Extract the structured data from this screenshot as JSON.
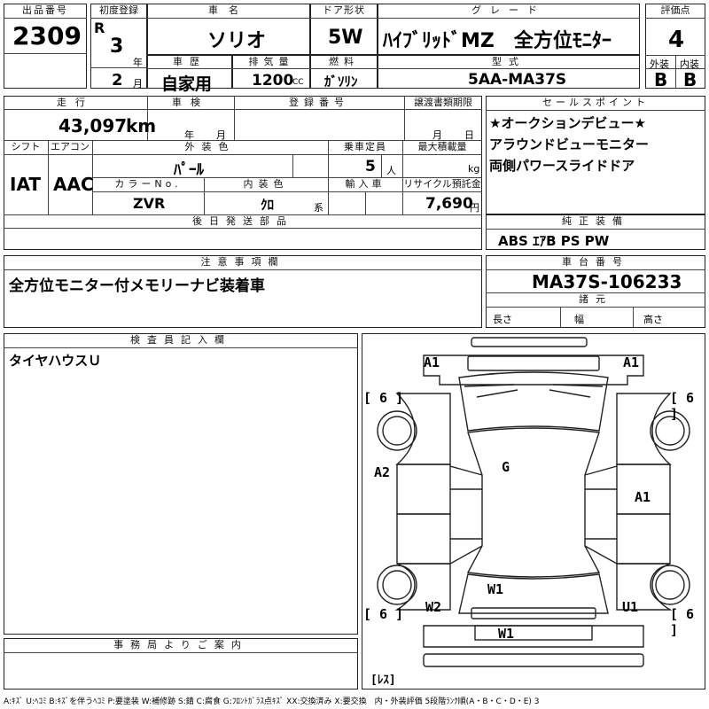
{
  "header": {
    "lot_no_label": "出品番号",
    "lot_no": "2309",
    "first_reg_label": "初度登録",
    "era": "R",
    "year": "3",
    "year_unit": "年",
    "month": "2",
    "month_unit": "月",
    "car_name_label": "車名",
    "car_name": "ソリオ",
    "door_label": "ドア形状",
    "door": "5W",
    "grade_label": "グレード",
    "grade": "ﾊｲﾌﾞﾘｯﾄﾞMZ　全方位ﾓﾆﾀｰ",
    "score_label": "評価点",
    "score": "4",
    "history_label": "車歴",
    "history": "自家用",
    "displacement_label": "排気量",
    "displacement": "1200",
    "displacement_unit": "CC",
    "fuel_label": "燃料",
    "fuel": "ｶﾞｿﾘﾝ",
    "model_label": "型式",
    "model": "5AA-MA37S",
    "exterior_label": "外装",
    "exterior": "B",
    "interior_label": "内装",
    "interior": "B"
  },
  "row2": {
    "mileage_label": "走行",
    "mileage": "43,097",
    "mileage_unit": "km",
    "inspection_label": "車検",
    "insp_year_unit": "年",
    "insp_month_unit": "月",
    "reg_no_label": "登録番号",
    "transfer_label": "譲渡書類期限",
    "transfer_month_unit": "月",
    "transfer_day_unit": "日",
    "shift_label": "シフト",
    "shift": "IAT",
    "ac_label": "エアコン",
    "ac": "AAC",
    "color_label": "外装色",
    "color": "ﾊﾟｰﾙ",
    "capacity_label": "乗車定員",
    "capacity": "5",
    "capacity_unit": "人",
    "load_label": "最大積載量",
    "load_unit": "kg",
    "color_no_label": "カラーNo.",
    "color_no": "ZVR",
    "int_color_label": "内装色",
    "int_color": "ｸﾛ",
    "int_color_unit": "系",
    "import_label": "輸入車",
    "recycle_label": "リサイクル預託金",
    "recycle": "7,690",
    "recycle_unit": "円",
    "later_parts_label": "後日発送部品"
  },
  "sales": {
    "label": "セールスポイント",
    "lines": [
      "★オークションデビュー★",
      "アラウンドビューモニター",
      "両側パワースライドドア"
    ]
  },
  "equipment": {
    "label": "純正装備",
    "value": "ABS ｴｱB PS PW"
  },
  "notes": {
    "label": "注意事項欄",
    "value": "全方位モニター付メモリーナビ装着車"
  },
  "chassis": {
    "label": "車台番号",
    "value": "MA37S-106233",
    "spec_label": "諸元",
    "length_label": "長さ",
    "width_label": "幅",
    "height_label": "高さ"
  },
  "inspector": {
    "label": "検査員記入欄",
    "value": "タイヤハウスＵ"
  },
  "office": {
    "label": "事務局よりご案内"
  },
  "diagram": {
    "marks": {
      "a1_left": "A1",
      "a1_right": "A1",
      "tire_fl": "[ 6 ]",
      "tire_fr": "[ 6 ]",
      "tire_rl": "[ 6 ]",
      "tire_rr": "[ 6 ]",
      "a2_left": "A2",
      "g_roof": "G",
      "a1_side": "A1",
      "w1_rear": "W1",
      "w2": "W2",
      "u1": "U1",
      "w1_bumper": "W1",
      "spare": "[ﾚｽ]"
    }
  },
  "legend": "A:ｷｽﾞ U:ﾍｺﾐ B:ｷｽﾞを伴うﾍｺﾐ P:要塗装 W:補修跡 S:錆 C:腐食 G:ﾌﾛﾝﾄｶﾞﾗｽ点ｷｽﾞ XX:交換済み X:要交換　内・外装評価 5段階ﾗﾝｸ順(A・B・C・D・E) 3"
}
